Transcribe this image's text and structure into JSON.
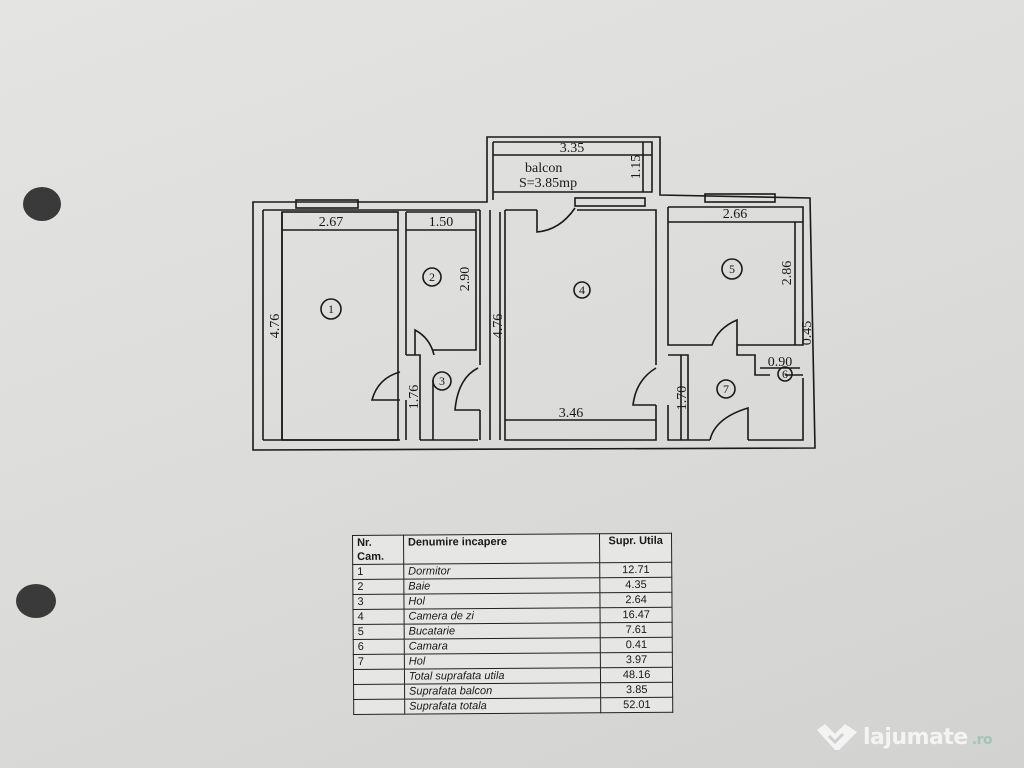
{
  "plan": {
    "balcony": {
      "label": "balcon",
      "area_label": "S=3.85mp",
      "width": "3.35",
      "depth": "1.15"
    },
    "dimensions": {
      "room1_width": "2.67",
      "room1_length": "4.76",
      "room2_width": "1.50",
      "room2_length": "2.90",
      "room3_length": "1.76",
      "room4_length": "4.76",
      "room4_width": "3.46",
      "room5_width": "2.66",
      "room5_length": "2.86",
      "room6_width": "0.90",
      "room6_depth": "0.45",
      "room7_length": "1.70"
    },
    "room_numbers": [
      "1",
      "2",
      "3",
      "4",
      "5",
      "6",
      "7"
    ]
  },
  "table": {
    "headers": {
      "nr": "Nr. Cam.",
      "name": "Denumire incapere",
      "area": "Supr. Utila"
    },
    "rows": [
      {
        "nr": "1",
        "name": "Dormitor",
        "area": "12.71"
      },
      {
        "nr": "2",
        "name": "Baie",
        "area": "4.35"
      },
      {
        "nr": "3",
        "name": "Hol",
        "area": "2.64"
      },
      {
        "nr": "4",
        "name": "Camera de zi",
        "area": "16.47"
      },
      {
        "nr": "5",
        "name": "Bucatarie",
        "area": "7.61"
      },
      {
        "nr": "6",
        "name": "Camara",
        "area": "0.41"
      },
      {
        "nr": "7",
        "name": "Hol",
        "area": "3.97"
      },
      {
        "nr": "",
        "name": "Total suprafata utila",
        "area": "48.16"
      },
      {
        "nr": "",
        "name": "Suprafata balcon",
        "area": "3.85"
      },
      {
        "nr": "",
        "name": "Suprafata totala",
        "area": "52.01"
      }
    ]
  },
  "watermark": {
    "brand": "lajumate",
    "tld": ".ro"
  }
}
